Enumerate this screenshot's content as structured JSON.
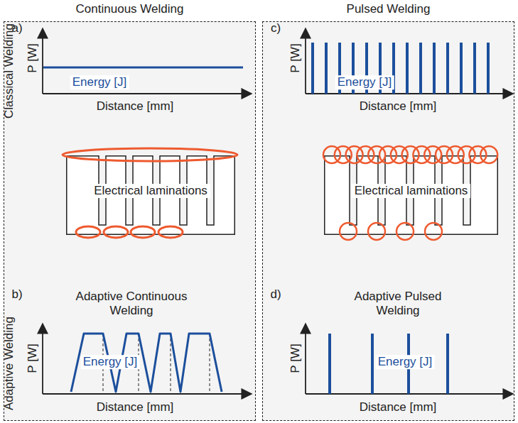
{
  "diagram": {
    "nodes": [
      {
        "text": [
          "Continuous Welding"
        ]
      },
      {
        "text": [
          "Electrical laminations"
        ],
        "in": 0
      },
      {
        "text": [
          "Pulsed Welding"
        ]
      },
      {
        "text": [
          "Electrical laminations"
        ],
        "in": 2
      }
    ],
    "labels": [
      "Classical Welding",
      "Adaptive Welding",
      "a)",
      "P [W]",
      "Energy [J]",
      "Distance [mm]",
      "b)",
      "Adaptive Continuous Welding",
      "P [W]",
      "Energy [J]",
      "Distance [mm]",
      "c)",
      "P [W]",
      "Energy [J]",
      "Distance [mm]",
      "d)",
      "Adaptive Pulsed Welding",
      "P [W]",
      "Energy [J]",
      "Distance [mm]"
    ]
  }
}
